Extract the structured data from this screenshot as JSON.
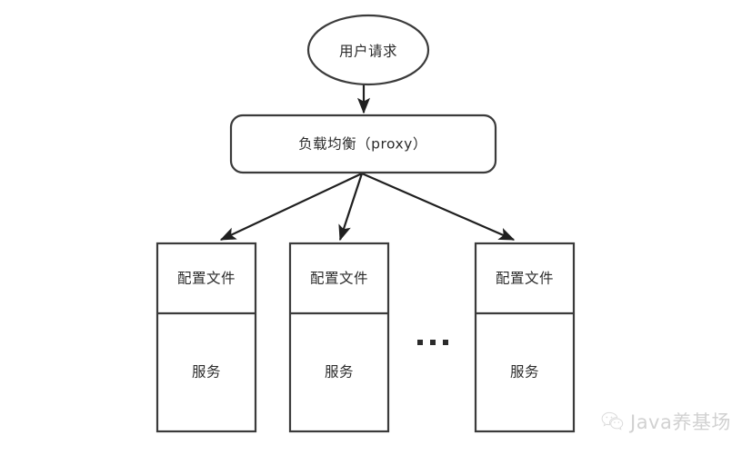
{
  "diagram": {
    "type": "architecture-flow",
    "background_color": "#ffffff",
    "stroke_color": "#3b3b3b",
    "text_color": "#2b2b2b",
    "client": {
      "label": "用户请求",
      "shape": "ellipse"
    },
    "balancer": {
      "label": "负载均衡（proxy）",
      "shape": "rounded-rectangle"
    },
    "service_nodes": [
      {
        "config_label": "配置文件",
        "service_label": "服务"
      },
      {
        "config_label": "配置文件",
        "service_label": "服务"
      },
      {
        "config_label": "配置文件",
        "service_label": "服务"
      }
    ],
    "ellipsis": "...",
    "connections": [
      {
        "from": "用户请求",
        "to": "负载均衡（proxy）"
      },
      {
        "from": "负载均衡（proxy）",
        "to": "服务 1"
      },
      {
        "from": "负载均衡（proxy）",
        "to": "服务 2"
      },
      {
        "from": "负载均衡（proxy）",
        "to": "服务 3"
      }
    ]
  },
  "watermark": {
    "icon": "wechat-icon",
    "text": "Java养基场",
    "color": "#6b6b6b"
  }
}
